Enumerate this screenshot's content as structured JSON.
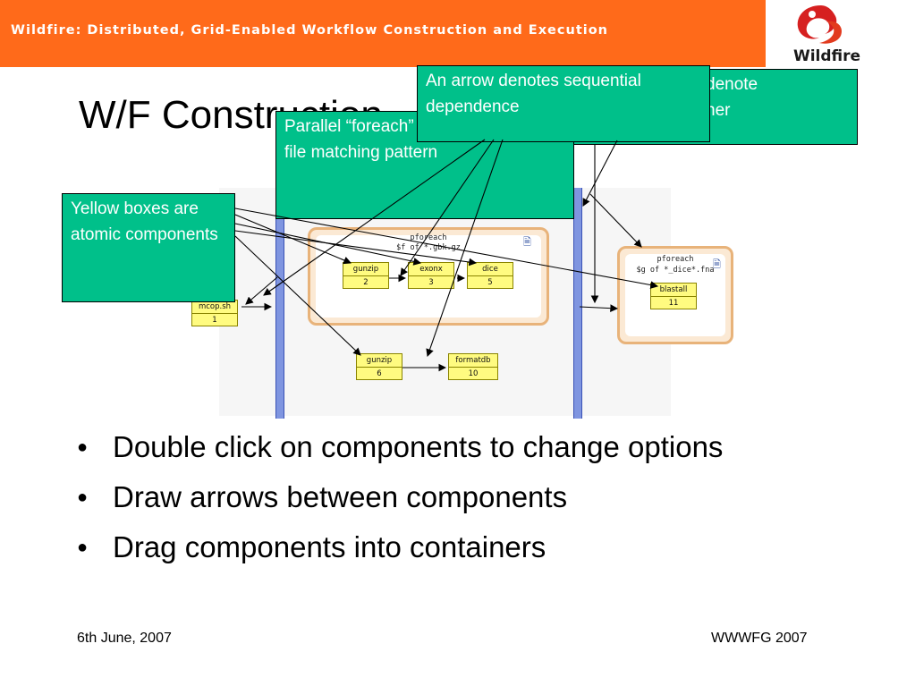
{
  "banner": {
    "title": "Wildfire: Distributed, Grid-Enabled Workflow Construction and Execution",
    "logo_text": "Wildfire",
    "colors": {
      "banner": "#ff6a1a",
      "logo_red": "#d62020"
    }
  },
  "slide": {
    "title": "W/F Construction"
  },
  "callouts": {
    "arrow": "An arrow denotes sequential dependence",
    "container_visible": "denote",
    "container_visible_2": "ner",
    "parallel": "Parallel “foreach” contents for each file matching pattern",
    "yellow": "Yellow boxes are atomic components",
    "color": "#00c08a"
  },
  "diagram": {
    "containers": [
      {
        "label": "pforeach",
        "pattern": "$f of *.gbk.gz"
      },
      {
        "label": "pforeach",
        "pattern": "$g of *_dice*.fna"
      }
    ],
    "components": [
      {
        "name": "mcop.sh",
        "id": "1"
      },
      {
        "name": "gunzip",
        "id": "2"
      },
      {
        "name": "exonx",
        "id": "3"
      },
      {
        "name": "dice",
        "id": "5"
      },
      {
        "name": "gunzip",
        "id": "6"
      },
      {
        "name": "formatdb",
        "id": "10"
      },
      {
        "name": "blastall",
        "id": "11"
      }
    ]
  },
  "bullets": [
    "Double click on components to change options",
    "Draw arrows between components",
    "Drag components into containers"
  ],
  "footer": {
    "date": "6th June, 2007",
    "event": "WWWFG 2007"
  }
}
